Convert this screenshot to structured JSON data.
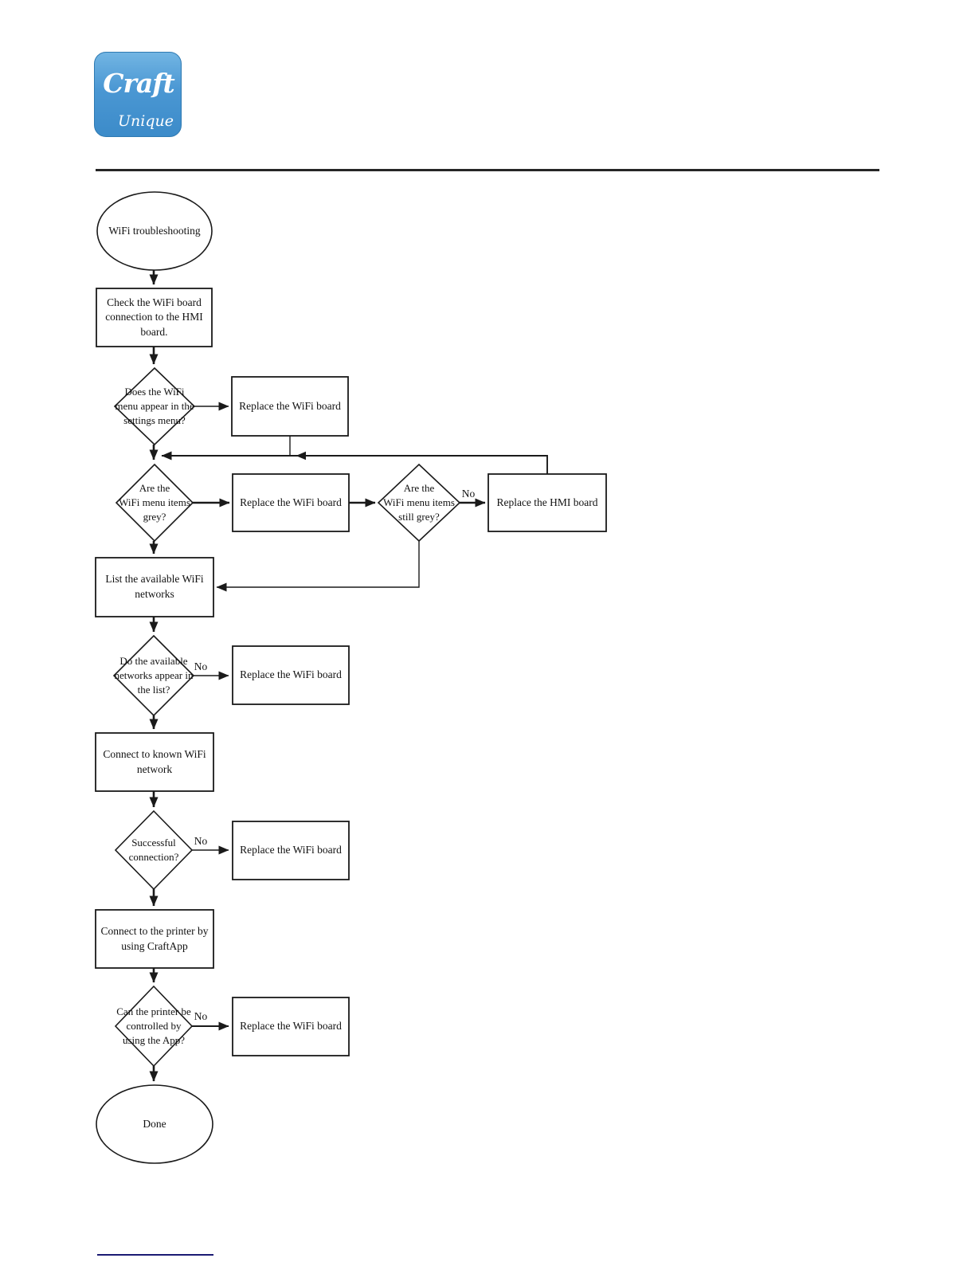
{
  "header": {
    "logo": {
      "title": "Craft",
      "subtitle": "Unique"
    },
    "logo_colors": {
      "top": "#72b5e3",
      "bottom": "#3c8bc9"
    },
    "rule_color": "#262626"
  },
  "flowchart": {
    "start": "WiFi troubleshooting",
    "check_board": "Check the WiFi board\nconnection to the HMI\nboard.",
    "d_menu_appears": "Does the WiFi\nmenu appear in the\nsettings menu?",
    "replace_wifi": "Replace the WiFi board",
    "d_items_grey": "Are the\nWiFi menu items\ngrey?",
    "d_items_still_grey": "Are the\nWiFi menu items\nstill grey?",
    "replace_hmi": "Replace the HMI board",
    "list_networks": "List the available WiFi\nnetworks",
    "d_networks_in_list": "Do the available\nnetworks appear in\nthe list?",
    "connect_known": "Connect to known WiFi\nnetwork",
    "d_successful": "Successful\nconnection?",
    "connect_app": "Connect to the printer by\nusing CraftApp",
    "d_app_control": "Can the printer be\ncontrolled by\nusing the App?",
    "done": "Done",
    "no_label": "No"
  },
  "footer": {
    "rule_color": "#1b1a73"
  }
}
